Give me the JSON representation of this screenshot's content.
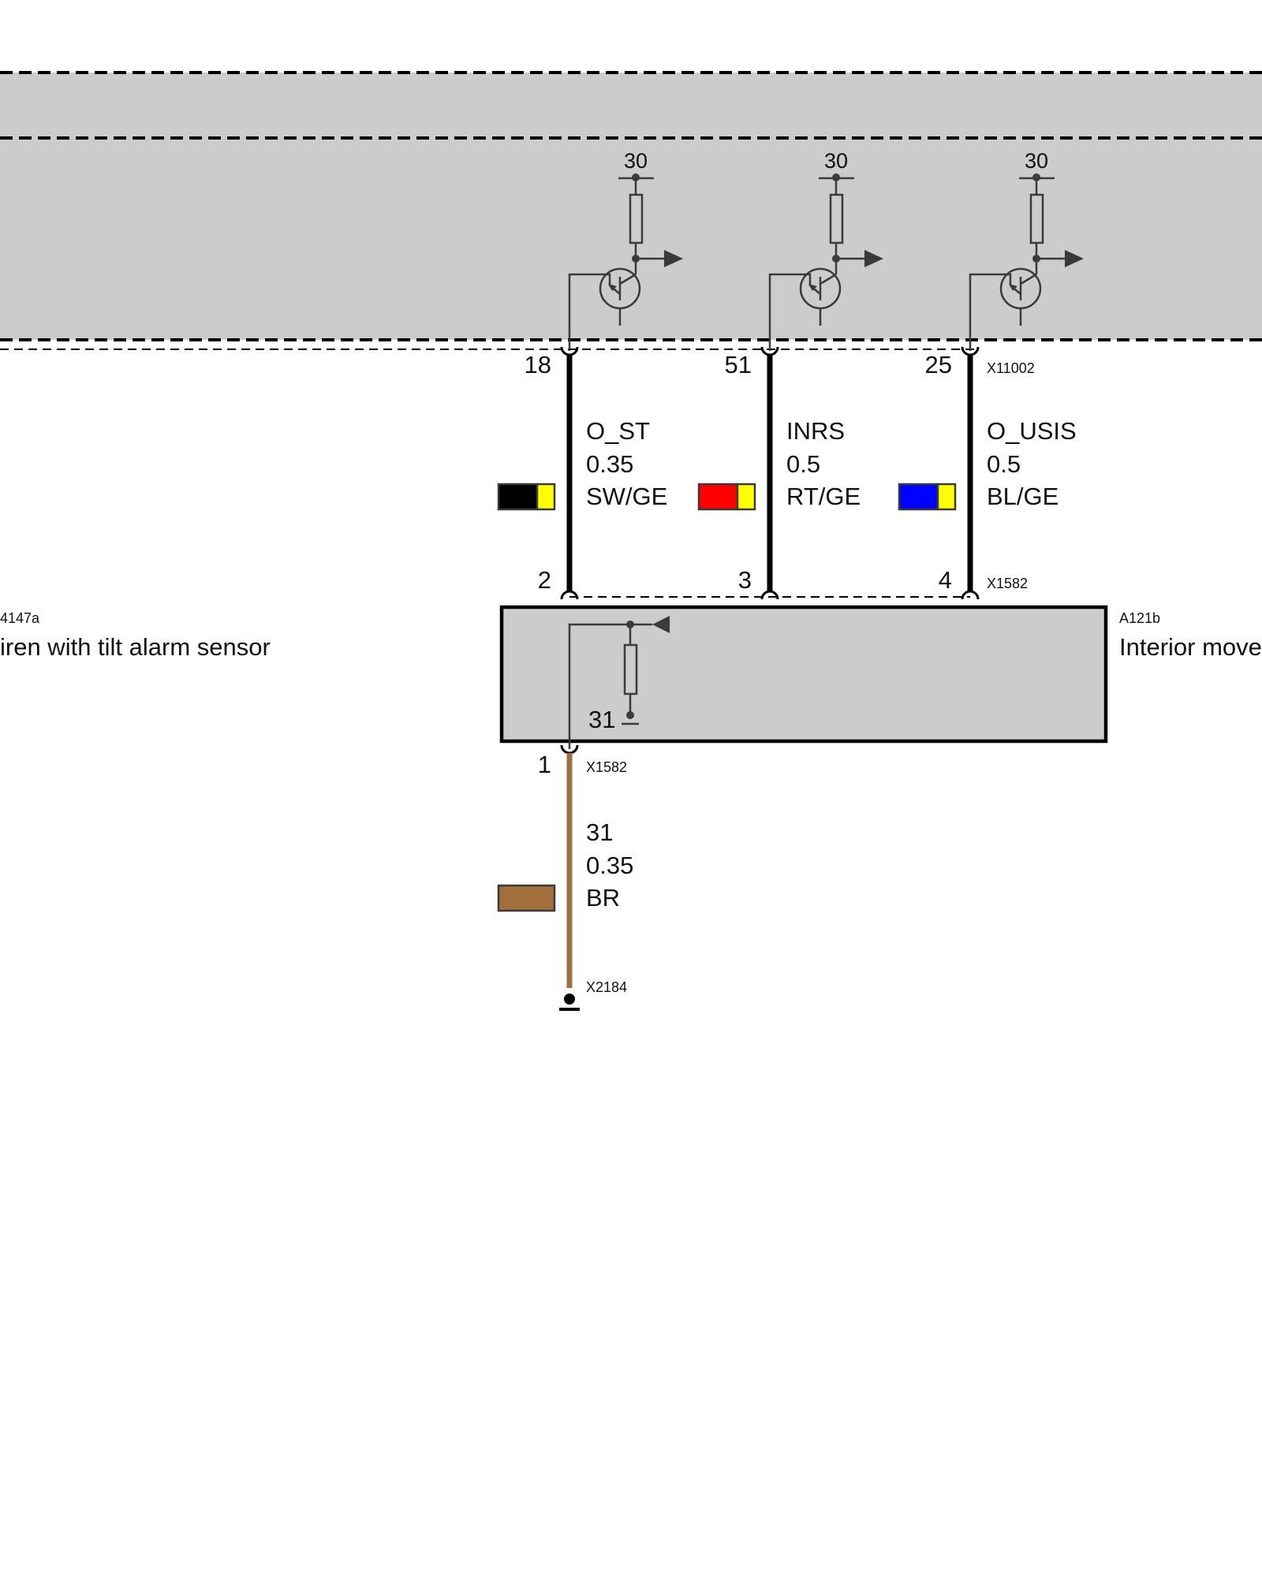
{
  "colors": {
    "module_fill": "#cccccc",
    "line": "#000000",
    "symbol": "#3a3a3a",
    "wire_black": "#000000",
    "wire_brown": "#a26f3c",
    "swatch_black": "#000000",
    "swatch_red": "#ff0000",
    "swatch_blue": "#0000ff",
    "swatch_yellow": "#ffff00",
    "swatch_brown": "#a26f3c"
  },
  "upper_module": {
    "connector": "X11002",
    "drivers": [
      {
        "supply": "30"
      },
      {
        "supply": "30"
      },
      {
        "supply": "30"
      }
    ]
  },
  "wires": [
    {
      "pin_top": "18",
      "pin_bottom": "2",
      "signal": "O_ST",
      "gauge": "0.35",
      "color_code": "SW/GE",
      "base_color": "#000000",
      "stripe_color": "#ffff00"
    },
    {
      "pin_top": "51",
      "pin_bottom": "3",
      "signal": "INRS",
      "gauge": "0.5",
      "color_code": "RT/GE",
      "base_color": "#ff0000",
      "stripe_color": "#ffff00"
    },
    {
      "pin_top": "25",
      "pin_bottom": "4",
      "signal": "O_USIS",
      "gauge": "0.5",
      "color_code": "BL/GE",
      "base_color": "#0000ff",
      "stripe_color": "#ffff00"
    }
  ],
  "lower_connector": "X1582",
  "left_component": {
    "id": "4147a",
    "name": "iren with tilt alarm sensor"
  },
  "right_component": {
    "id": "A121b",
    "name": "Interior move"
  },
  "inner_ground": "31",
  "ground_wire": {
    "pin": "1",
    "connector": "X1582",
    "signal": "31",
    "gauge": "0.35",
    "color_code": "BR",
    "base_color": "#a26f3c",
    "ground_point": "X2184"
  }
}
